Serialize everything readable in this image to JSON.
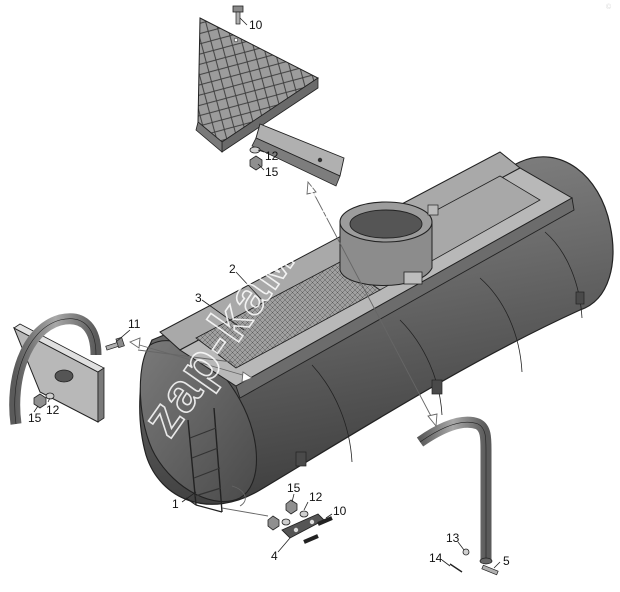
{
  "diagram": {
    "callouts": {
      "c1": "1",
      "c2": "2",
      "c3": "3",
      "c4": "4",
      "c5": "5",
      "c10a": "10",
      "c10b": "10",
      "c11": "11",
      "c12a": "12",
      "c12b": "12",
      "c12c": "12",
      "c13": "13",
      "c14": "14",
      "c15a": "15",
      "c15b": "15",
      "c15c": "15"
    },
    "watermark": "zap-kaм.ru",
    "corner_mark": "©"
  },
  "colors": {
    "tank_body": "#6e6e6e",
    "tank_light": "#9a9a9a",
    "tank_dark": "#3e3e3e",
    "platform": "#b5b5b5",
    "line": "#222222"
  }
}
